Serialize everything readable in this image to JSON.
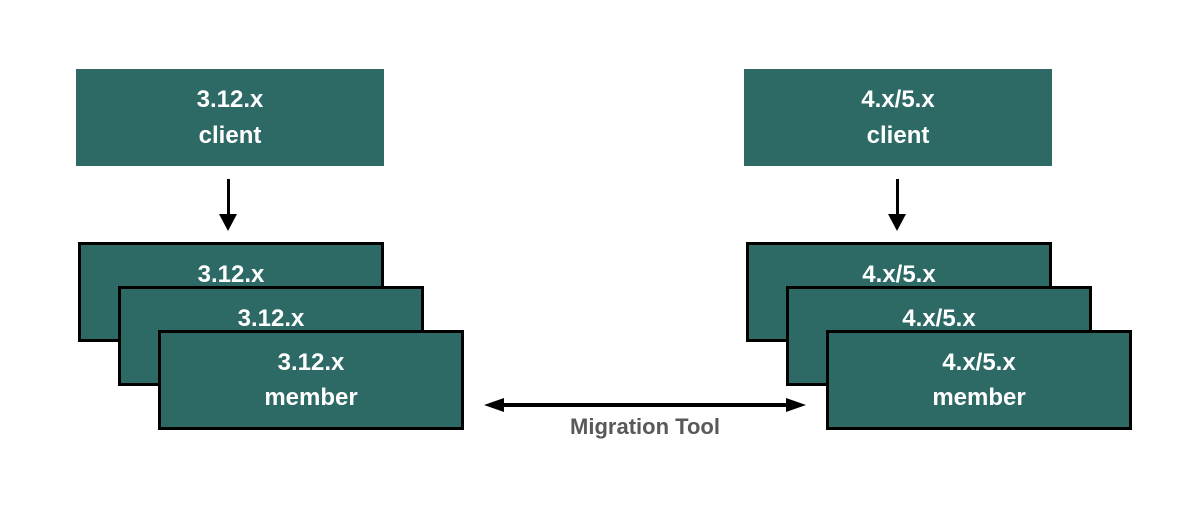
{
  "colors": {
    "box_fill": "#2d6a65",
    "box_border": "#000000",
    "box_text": "#ffffff",
    "arrow": "#000000",
    "connector_label_text": "#595959",
    "background": "#ffffff"
  },
  "left_group": {
    "client": {
      "lines": [
        "3.12.x",
        "client"
      ]
    },
    "stack": [
      {
        "lines": [
          "3.12.x"
        ]
      },
      {
        "lines": [
          "3.12.x"
        ]
      },
      {
        "lines": [
          "3.12.x",
          "member"
        ]
      }
    ]
  },
  "right_group": {
    "client": {
      "lines": [
        "4.x/5.x",
        "client"
      ]
    },
    "stack": [
      {
        "lines": [
          "4.x/5.x"
        ]
      },
      {
        "lines": [
          "4.x/5.x"
        ]
      },
      {
        "lines": [
          "4.x/5.x",
          "member"
        ]
      }
    ]
  },
  "connector": {
    "label": "Migration Tool"
  }
}
